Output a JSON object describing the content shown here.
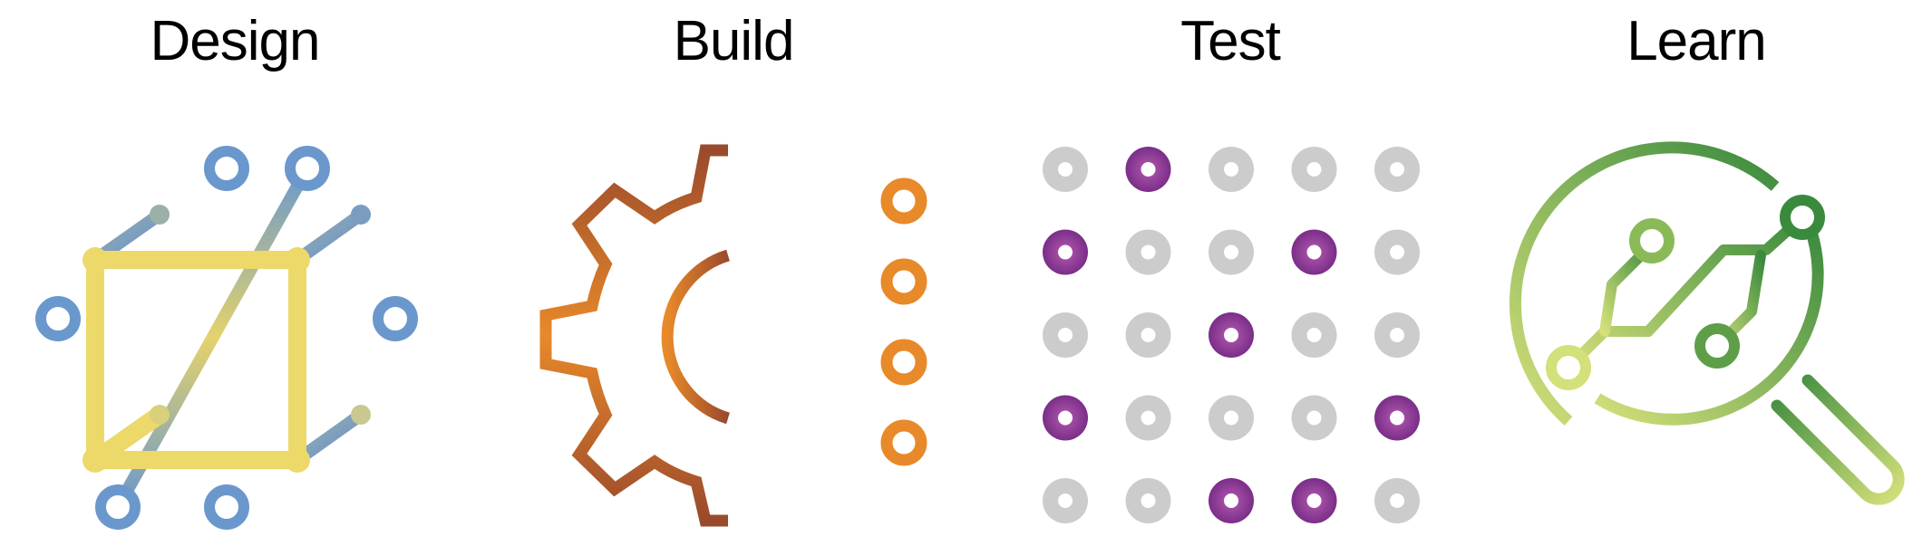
{
  "stages": [
    {
      "id": "design",
      "label": "Design",
      "icon": "wireframe-cube-icon"
    },
    {
      "id": "build",
      "label": "Build",
      "icon": "gear-circuit-icon"
    },
    {
      "id": "test",
      "label": "Test",
      "icon": "dot-grid-icon"
    },
    {
      "id": "learn",
      "label": "Learn",
      "icon": "magnifier-circuit-icon"
    }
  ],
  "colors": {
    "text": "#000000",
    "design_blue": "#6a98cd",
    "design_yellow": "#ecd96a",
    "build_orange": "#e8892a",
    "build_brown": "#9a4a2c",
    "test_gray": "#cccccc",
    "test_purple": "#8a3a90",
    "learn_green_dark": "#3a8a3e",
    "learn_green_light": "#d4e07a"
  },
  "test_grid": {
    "rows": 5,
    "cols": 5,
    "highlighted": [
      [
        0,
        1
      ],
      [
        1,
        0
      ],
      [
        1,
        3
      ],
      [
        2,
        2
      ],
      [
        3,
        0
      ],
      [
        3,
        4
      ],
      [
        4,
        2
      ],
      [
        4,
        3
      ]
    ]
  }
}
